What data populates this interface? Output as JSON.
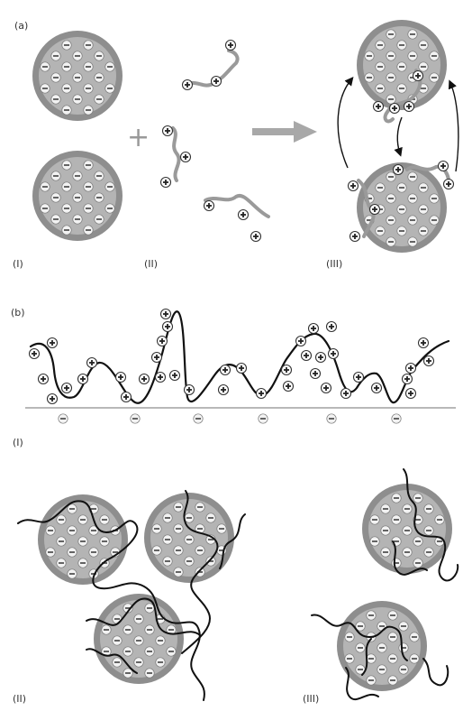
{
  "panel_a": {
    "label": "(a)",
    "sublabels": [
      "(I)",
      "(II)",
      "(III)"
    ],
    "plus_sign": "+"
  },
  "panel_b": {
    "label": "(b)",
    "sublabels": [
      "(I)",
      "(II)",
      "(III)"
    ]
  },
  "colors": {
    "particle_outer": "#8e8e8e",
    "particle_inner": "#b4b4b4",
    "charge_fill": "#f4f4f4",
    "polymer_gray": "#9a9a9a",
    "polymer_dark": "#1a1a1a",
    "arrow_gray": "#a8a8a8",
    "surface_line": "#a0a0a0"
  }
}
